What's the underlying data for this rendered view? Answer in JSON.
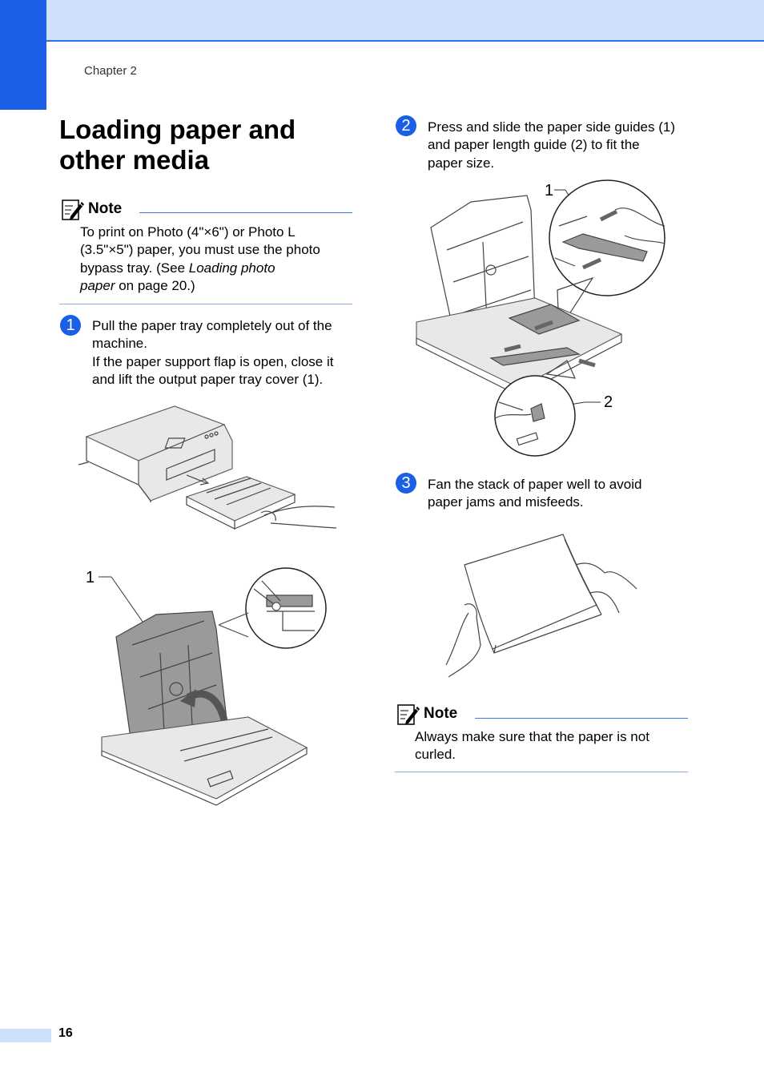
{
  "header": {
    "chapter": "Chapter 2"
  },
  "title": "Loading paper and other media",
  "note1": {
    "label": "Note",
    "line1": "To print on Photo (4\"×6\") or Photo L",
    "line2": "(3.5\"×5\") paper, you must use the photo",
    "line3_pre": "bypass tray. (See ",
    "link_a": "Loading photo",
    "link_b": "paper",
    "line4_post": " on page 20.)"
  },
  "step1": {
    "badge": "1",
    "line1": "Pull the paper tray completely out of the",
    "line2": "machine.",
    "line3": "If the paper support flap is open, close it",
    "line4": "and lift the output paper tray cover (1)."
  },
  "step2": {
    "badge": "2",
    "line1": "Press and slide the paper side guides (1)",
    "line2": "and paper length guide (2) to fit the",
    "line3": "paper size."
  },
  "step3": {
    "badge": "3",
    "line1": "Fan the stack of paper well to avoid",
    "line2": "paper jams and misfeeds."
  },
  "note2": {
    "label": "Note",
    "line1": "Always make sure that the paper is not",
    "line2": "curled."
  },
  "callouts": {
    "cover": "1",
    "side_guides": "1",
    "length_guide": "2"
  },
  "footer": {
    "page_number": "16"
  },
  "colors": {
    "accent": "#1a5fe6",
    "band": "#cfe0fb",
    "rule": "#3f7fe8"
  }
}
